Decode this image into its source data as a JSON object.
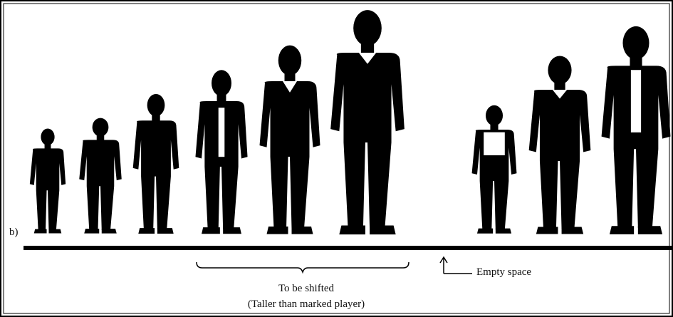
{
  "diagram": {
    "panel_label": "b)",
    "shift_label": "To be shifted",
    "shift_sublabel": "(Taller than marked player)",
    "empty_label": "Empty space"
  },
  "colors": {
    "silhouette": "#000000",
    "frame": "#000000",
    "background": "#ffffff",
    "shirt": "#ffffff"
  },
  "icons": [
    "person-silhouette-icon",
    "bracket-icon",
    "arrow-up-icon"
  ]
}
